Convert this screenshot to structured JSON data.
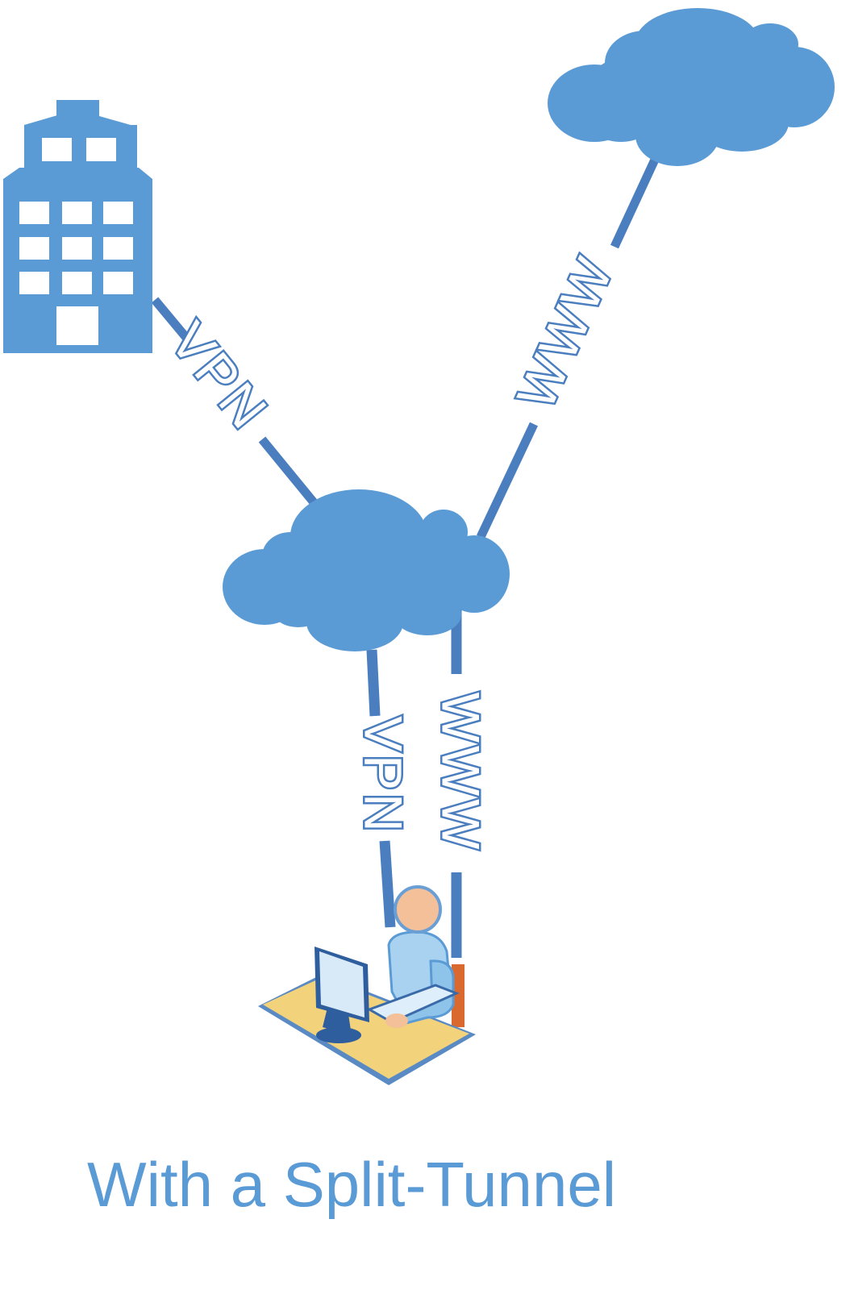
{
  "diagram": {
    "nodes": {
      "office": {
        "icon": "office-building-icon"
      },
      "internet_cloud": {
        "icon": "internet-cloud-icon"
      },
      "isp_cloud": {
        "icon": "isp-cloud-icon"
      },
      "user": {
        "icon": "remote-user-workstation-icon"
      }
    },
    "links": [
      {
        "from": "office",
        "to": "isp_cloud",
        "label": "VPN"
      },
      {
        "from": "internet_cloud",
        "to": "isp_cloud",
        "label": "WWW"
      },
      {
        "from": "isp_cloud",
        "to": "user",
        "label": "VPN"
      },
      {
        "from": "isp_cloud",
        "to": "user",
        "label": "WWW"
      }
    ],
    "caption": "With a Split-Tunnel"
  },
  "colors": {
    "node_blue": "#5b9bd5",
    "line_blue": "#4a7ebf",
    "caption_blue": "#5b9bd5",
    "desk": "#f2d27a",
    "skin": "#f4c09a"
  }
}
